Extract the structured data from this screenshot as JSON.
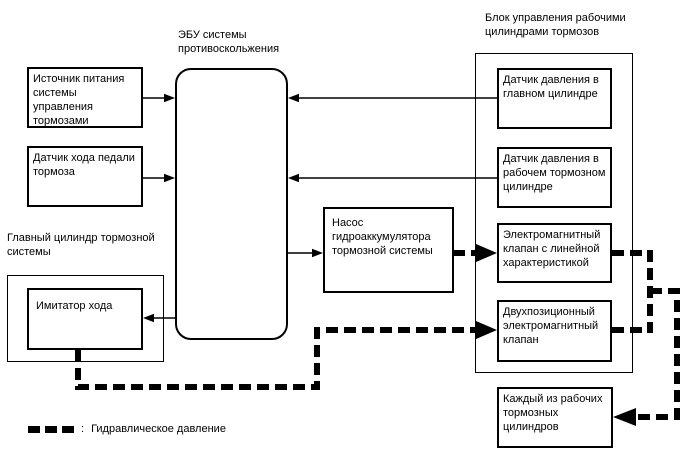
{
  "diagram": {
    "background_color": "#ffffff",
    "line_color": "#000000",
    "ebu": {
      "title": "ЭБУ системы\nпротивоскольжения"
    },
    "left_column": {
      "power_source": "Источник питания\nсистемы управления\nтормозами",
      "pedal_stroke_sensor": "Датчик хода педали\nтормоза"
    },
    "master_cylinder": {
      "title": "Главный цилиндр тормозной\nсистемы",
      "stroke_simulator": "Имитатор хода"
    },
    "pump": "Насос\nгидроаккумулятора\nтормозной системы",
    "brake_unit": {
      "title": "Блок управления рабочими\nцилиндрами тормозов",
      "pressure_sensor_master": "Датчик давления в\nглавном цилиндре",
      "pressure_sensor_working": "Датчик давления в\nрабочем тормозном\nцилиндре",
      "linear_solenoid_valve": "Электромагнитный\nклапан с линейной\nхарактеристикой",
      "two_position_solenoid_valve": "Двухпозиционный\nэлектромагнитный\nклапан"
    },
    "working_cylinders": "Каждый из рабочих\nтормозных\nцилиндров",
    "legend": {
      "separator": ":",
      "label": "Гидравлическое давление"
    }
  }
}
